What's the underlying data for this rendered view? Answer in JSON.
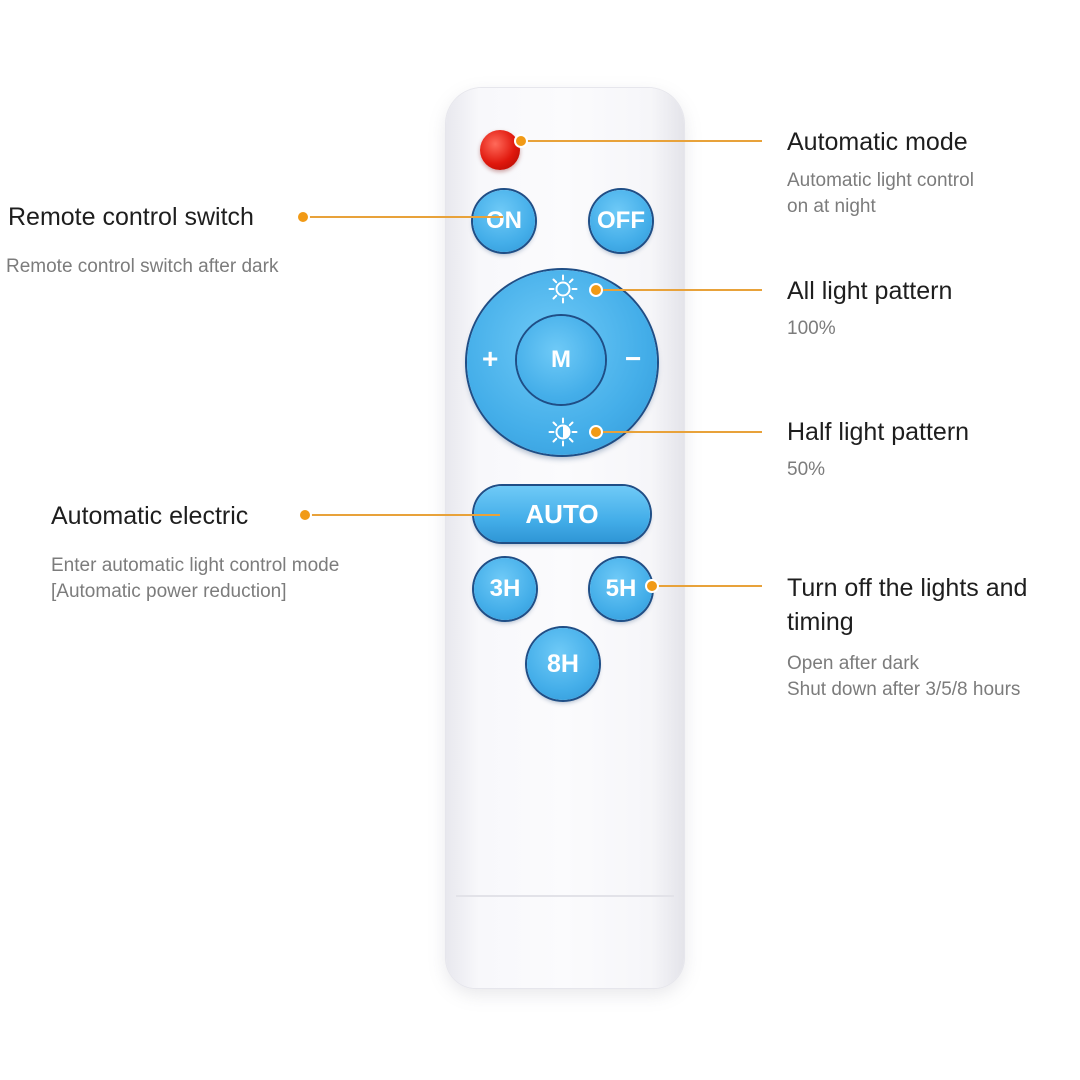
{
  "remote": {
    "on_label": "ON",
    "off_label": "OFF",
    "center_label": "M",
    "plus_label": "+",
    "minus_label": "−",
    "auto_label": "AUTO",
    "h3_label": "3H",
    "h5_label": "5H",
    "h8_label": "8H"
  },
  "annotations": {
    "automatic_mode": {
      "title": "Automatic mode",
      "desc_line1": "Automatic light control",
      "desc_line2": "on at night"
    },
    "remote_switch": {
      "title": "Remote control switch",
      "desc_line1": "Remote control switch after dark"
    },
    "all_light": {
      "title": "All light pattern",
      "desc_line1": "100%"
    },
    "half_light": {
      "title": "Half light pattern",
      "desc_line1": "50%"
    },
    "auto_electric": {
      "title": "Automatic electric",
      "desc_line1": "Enter automatic light control mode",
      "desc_line2": "[Automatic power reduction]"
    },
    "timing": {
      "title_line1": "Turn off the lights and",
      "title_line2": "timing",
      "desc_line1": "Open after dark",
      "desc_line2": "Shut down after 3/5/8 hours"
    }
  },
  "colors": {
    "button_blue": "#44aee9",
    "button_outline": "#1f4e86",
    "indicator_red": "#e0180d",
    "leader_orange": "#f19a16"
  }
}
